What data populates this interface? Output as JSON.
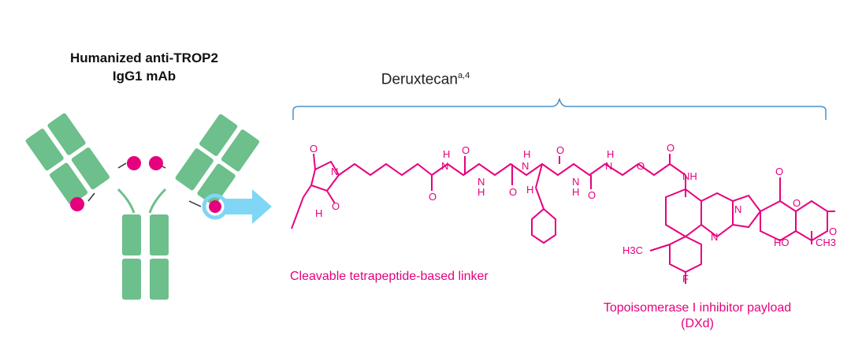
{
  "antibody": {
    "title_line1": "Humanized anti-TROP2",
    "title_line2": "IgG1 mAb"
  },
  "drug": {
    "name": "Deruxtecan",
    "superscript": "a,4"
  },
  "captions": {
    "linker": "Cleavable tetrapeptide-based linker",
    "payload_line1": "Topoisomerase I inhibitor payload",
    "payload_line2": "(DXd)"
  },
  "structure_labels": {
    "O": "O",
    "N": "N",
    "H": "H",
    "NH": "NH",
    "HO": "HO",
    "F": "F",
    "CH3_left": "H3C",
    "CH3_right": "CH3"
  },
  "colors": {
    "antibody_green": "#6dbf8b",
    "payload_pink": "#e6007e",
    "arrow_blue": "#7fd6f5",
    "bracket_blue": "#4a90c8"
  }
}
